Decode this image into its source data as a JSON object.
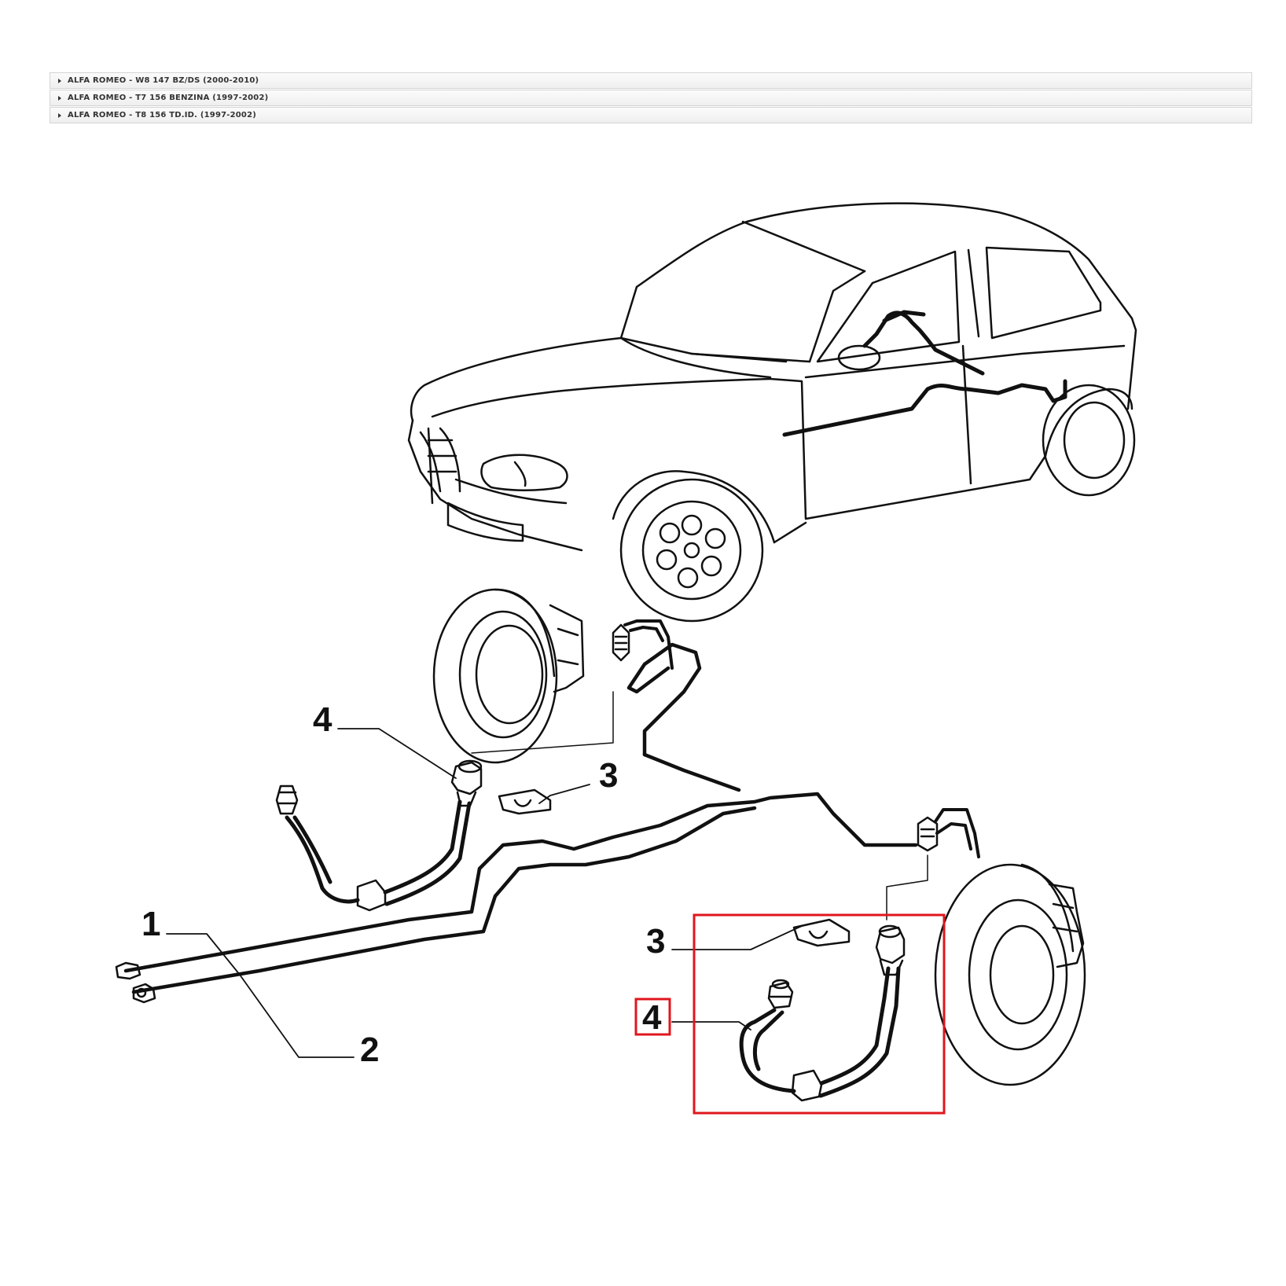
{
  "models": [
    {
      "label": "ALFA ROMEO - W8 147 BZ/DS (2000-2010)"
    },
    {
      "label": "ALFA ROMEO - T7 156 BENZINA (1997-2002)"
    },
    {
      "label": "ALFA ROMEO - T8 156 TD.ID. (1997-2002)"
    }
  ],
  "callouts": {
    "front_hose": "4",
    "front_clip": "3",
    "pipe_1": "1",
    "pipe_2": "2",
    "rear_clip": "3",
    "rear_hose_selected": "4"
  },
  "colors": {
    "line": "#111111",
    "highlight": "#e0161d"
  }
}
